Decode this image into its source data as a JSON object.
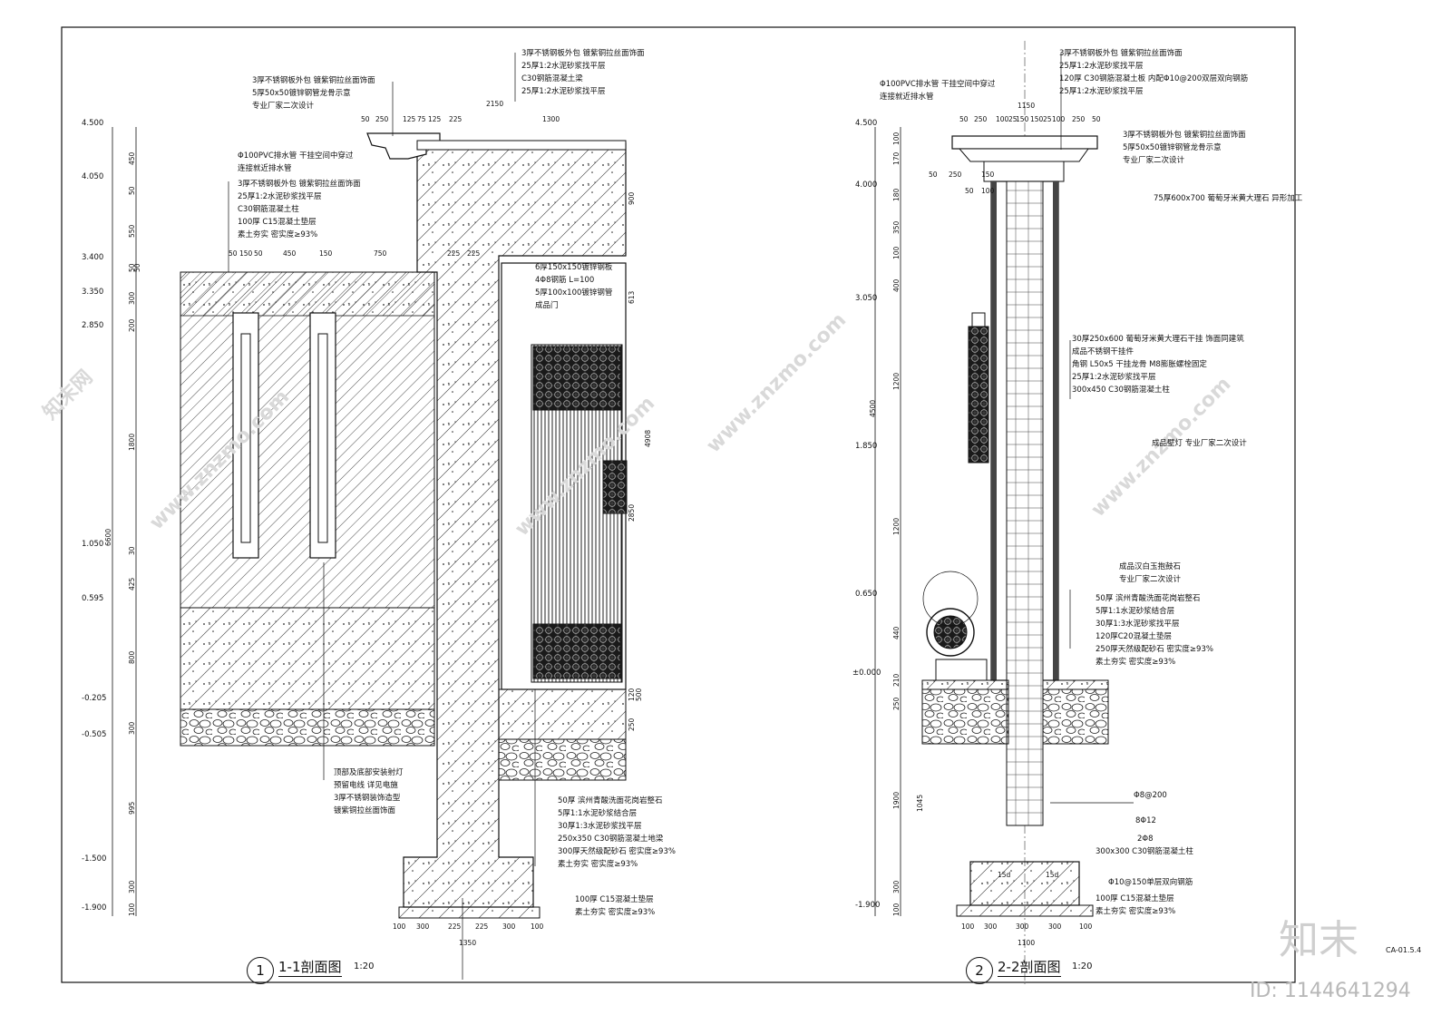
{
  "section1": {
    "title": "1-1剖面图",
    "scale": "1:20",
    "number": "1",
    "levels": [
      "4.500",
      "4.050",
      "3.400",
      "3.350",
      "2.850",
      "1.050",
      "0.595",
      "-0.205",
      "-0.505",
      "-1.500",
      "-1.900"
    ],
    "vertical_dims": [
      "450",
      "50",
      "550",
      "50",
      "50",
      "300",
      "200",
      "1800",
      "6600",
      "30",
      "425",
      "800",
      "300",
      "995",
      "300",
      "100"
    ],
    "right_dims": [
      "900",
      "613",
      "4908",
      "2850",
      "120",
      "250",
      "500"
    ],
    "top_dims": [
      "50",
      "250",
      "125",
      "75",
      "125",
      "225",
      "2150",
      "1300"
    ],
    "mid_dims": [
      "50",
      "150",
      "50",
      "450",
      "150",
      "750",
      "225",
      "225"
    ],
    "bottom_dims": [
      "100",
      "300",
      "225",
      "225",
      "300",
      "100"
    ],
    "bottom_total": "1350",
    "notes_top_right": [
      "3厚不锈钢板外包 镀紫铜拉丝面饰面",
      "25厚1:2水泥砂浆找平层",
      "C30钢筋混凝土梁",
      "25厚1:2水泥砂浆找平层"
    ],
    "notes_top_left": [
      "3厚不锈钢板外包 镀紫铜拉丝面饰面",
      "5厚50x50镀锌钢管龙骨示意",
      "专业厂家二次设计"
    ],
    "notes_drain": [
      "Φ100PVC排水管 干挂空间中穿过",
      "连接就近排水管"
    ],
    "notes_left": [
      "3厚不锈钢板外包 镀紫铜拉丝面饰面",
      "25厚1:2水泥砂浆找平层",
      "C30钢筋混凝土柱",
      "100厚 C15混凝土垫层",
      "素土夯实 密实度≥93%"
    ],
    "notes_door": [
      "6厚150x150镀锌钢板",
      "4Φ8钢筋 L=100",
      "5厚100x100镀锌钢管",
      "成品门"
    ],
    "notes_light": [
      "顶部及底部安装射灯",
      "预留电线 详见电施",
      "3厚不锈钢装饰造型",
      "镀紫铜拉丝面饰面"
    ],
    "notes_found": [
      "50厚 滨州青酸洗面花岗岩整石",
      "5厚1:1水泥砂浆结合层",
      "30厚1:3水泥砂浆找平层",
      "250x350 C30钢筋混凝土地梁",
      "300厚天然级配砂石 密实度≥93%",
      "素土夯实 密实度≥93%"
    ],
    "notes_base": [
      "100厚 C15混凝土垫层",
      "素土夯实 密实度≥93%"
    ]
  },
  "section2": {
    "title": "2-2剖面图",
    "scale": "1:20",
    "number": "2",
    "levels": [
      "4.500",
      "4.000",
      "3.050",
      "1.850",
      "0.650",
      "±0.000",
      "-1.900"
    ],
    "vertical_dims": [
      "100",
      "170",
      "180",
      "350",
      "100",
      "400",
      "1200",
      "4500",
      "1200",
      "440",
      "210",
      "250",
      "1045",
      "1900",
      "300",
      "100"
    ],
    "top_dims": [
      "50",
      "250",
      "100",
      "25",
      "150",
      "150",
      "25",
      "100",
      "250",
      "50"
    ],
    "top_total": "1150",
    "cap_dims": [
      "50",
      "250",
      "150",
      "50",
      "100"
    ],
    "bottom_dims": [
      "100",
      "300",
      "300",
      "300",
      "100"
    ],
    "bottom_total": "1100",
    "anchor_dims": [
      "15d",
      "15d"
    ],
    "notes_top": [
      "3厚不锈钢板外包 镀紫铜拉丝面饰面",
      "25厚1:2水泥砂浆找平层",
      "120厚 C30钢筋混凝土板 内配Φ10@200双层双向钢筋",
      "25厚1:2水泥砂浆找平层"
    ],
    "notes_drain": [
      "Φ100PVC排水管 干挂空间中穿过",
      "连接就近排水管"
    ],
    "notes_cap": [
      "3厚不锈钢板外包 镀紫铜拉丝面饰面",
      "5厚50x50镀锌钢管龙骨示意",
      "专业厂家二次设计"
    ],
    "notes_stone": [
      "75厚600x700 葡萄牙米黄大理石 异形加工"
    ],
    "notes_mid": [
      "30厚250x600 葡萄牙米黄大理石干挂 饰面同建筑",
      "成品不锈钢干挂件",
      "角钢 L50x5 干挂龙骨 M8膨胀螺栓固定",
      "25厚1:2水泥砂浆找平层",
      "300x450 C30钢筋混凝土柱"
    ],
    "notes_lamp": [
      "成品壁灯 专业厂家二次设计"
    ],
    "notes_drum": [
      "成品汉白玉抱鼓石",
      "专业厂家二次设计"
    ],
    "notes_ground": [
      "50厚 滨州青酸洗面花岗岩整石",
      "5厚1:1水泥砂浆结合层",
      "30厚1:3水泥砂浆找平层",
      "120厚C20混凝土垫层",
      "250厚天然级配砂石 密实度≥93%",
      "素土夯实 密实度≥93%"
    ],
    "notes_rebar": [
      "Φ8@200",
      "8Φ12",
      "2Φ8",
      "300x300 C30钢筋混凝土柱",
      "Φ10@150单层双向钢筋",
      "100厚 C15混凝土垫层",
      "素土夯实 密实度≥93%"
    ]
  },
  "stamp": {
    "brand": "知末",
    "id_text": "ID: 1144641294",
    "sheet_code": "CA-01.5.4",
    "watermark": "www.znzmo.com",
    "watermark_cn": "知末网"
  }
}
